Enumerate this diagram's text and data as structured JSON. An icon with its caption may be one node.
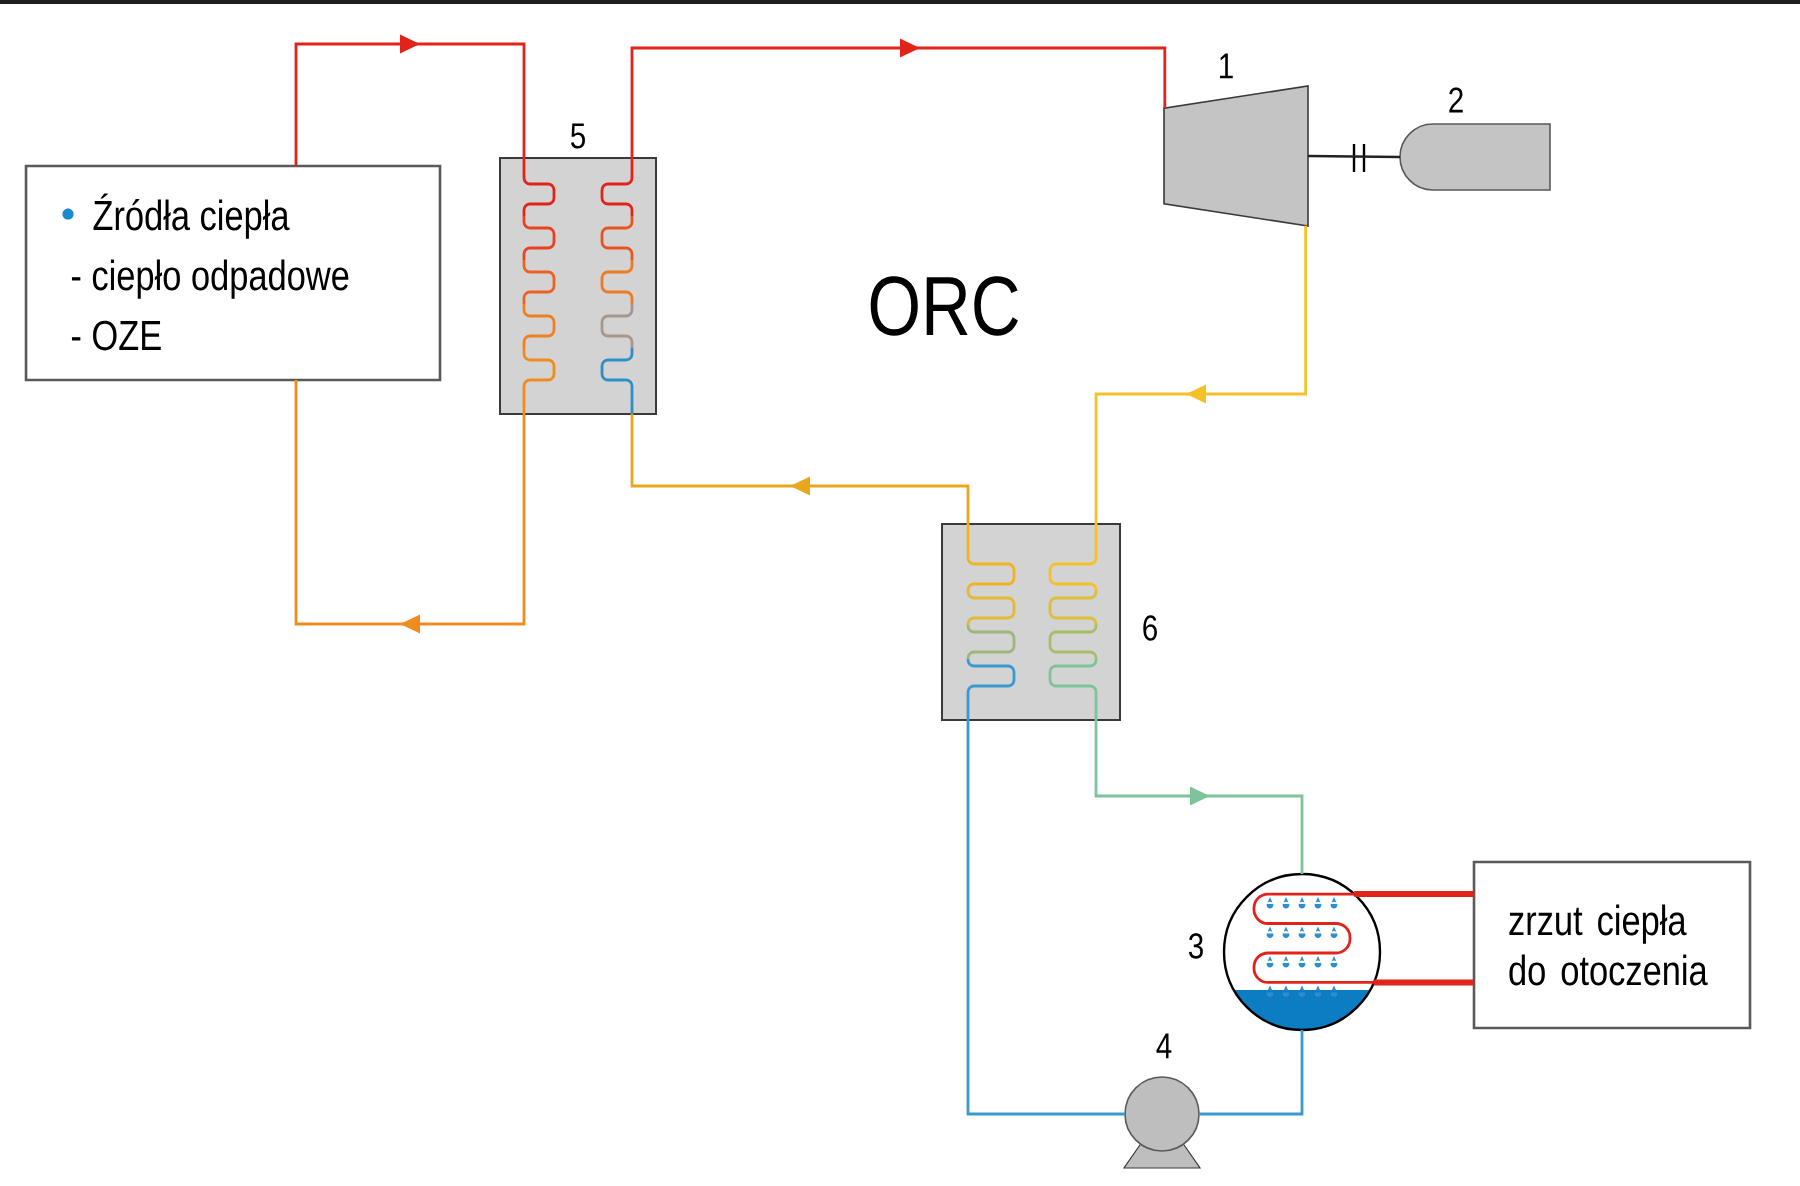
{
  "diagram": {
    "nodes": [
      {
        "text": [
          "Źródła ciepła",
          "- ciepło odpadowe",
          "- OZE"
        ]
      },
      {
        "text": [],
        "shape": "box",
        "beside": [
          "5"
        ]
      },
      {
        "text": [],
        "shape": "trapezoid",
        "beside": [
          "1"
        ]
      },
      {
        "text": [],
        "shape": "box",
        "beside": [
          "2"
        ]
      },
      {
        "text": [],
        "shape": "box",
        "beside": [
          "6"
        ]
      },
      {
        "text": [],
        "shape": "circle",
        "beside": [
          "3"
        ]
      },
      {
        "text": [],
        "shape": "circle",
        "beside": [
          "4"
        ]
      },
      {
        "text": [
          "zrzut ciepła do otoczenia"
        ]
      }
    ],
    "edges": [
      {
        "from": 0,
        "to": 1,
        "arrow": "to",
        "color": "#e2231a"
      },
      {
        "from": 1,
        "to": 0,
        "arrow": "to",
        "color": "#f08c1e"
      },
      {
        "from": 1,
        "to": 2,
        "arrow": "to",
        "color": "#e2231a"
      },
      {
        "from": 2,
        "to": 3,
        "arrow": "none",
        "color": "#222222"
      },
      {
        "from": 2,
        "to": 4,
        "arrow": "to",
        "color": "#f4c228"
      },
      {
        "from": 4,
        "to": 1,
        "arrow": "to",
        "color": "#e8a71f"
      },
      {
        "from": 4,
        "to": 5,
        "arrow": "to",
        "color": "#7ec49a"
      },
      {
        "from": 5,
        "to": 6,
        "arrow": "none",
        "color": "#3a9ad0"
      },
      {
        "from": 6,
        "to": 4,
        "arrow": "none",
        "color": "#3a9ad0"
      },
      {
        "from": 5,
        "to": 7,
        "arrow": "none",
        "style": "thick",
        "color": "#e2231a"
      },
      {
        "from": 5,
        "to": 7,
        "arrow": "none",
        "style": "thick",
        "color": "#e2231a"
      }
    ],
    "labels": [
      "ORC"
    ]
  }
}
